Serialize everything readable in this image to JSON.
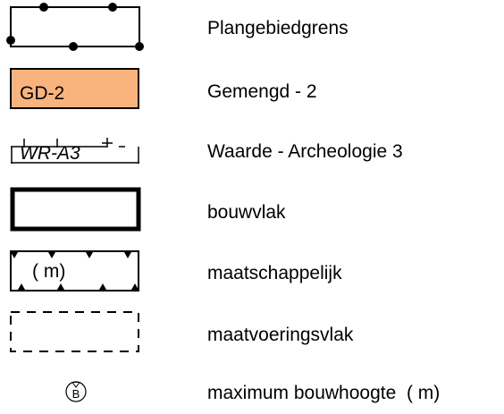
{
  "legend": {
    "items": [
      {
        "symbol": "plangebied-boundary",
        "label": "Plangebiedgrens"
      },
      {
        "symbol": "orange-filled-box",
        "code": "GD-2",
        "label": "Gemengd - 2",
        "fill": "#f9b47d"
      },
      {
        "symbol": "value-overlay-box",
        "code": "WR-A3",
        "label": "Waarde - Archeologie 3"
      },
      {
        "symbol": "thick-border-box",
        "label": "bouwvlak"
      },
      {
        "symbol": "triangle-marked-box",
        "code": "( m)",
        "label": "maatschappelijk"
      },
      {
        "symbol": "dashed-box",
        "label": "maatvoeringsvlak"
      },
      {
        "symbol": "circle-b-icon",
        "code": "B",
        "label": "maximum bouwhoogte  ( m)"
      }
    ]
  }
}
